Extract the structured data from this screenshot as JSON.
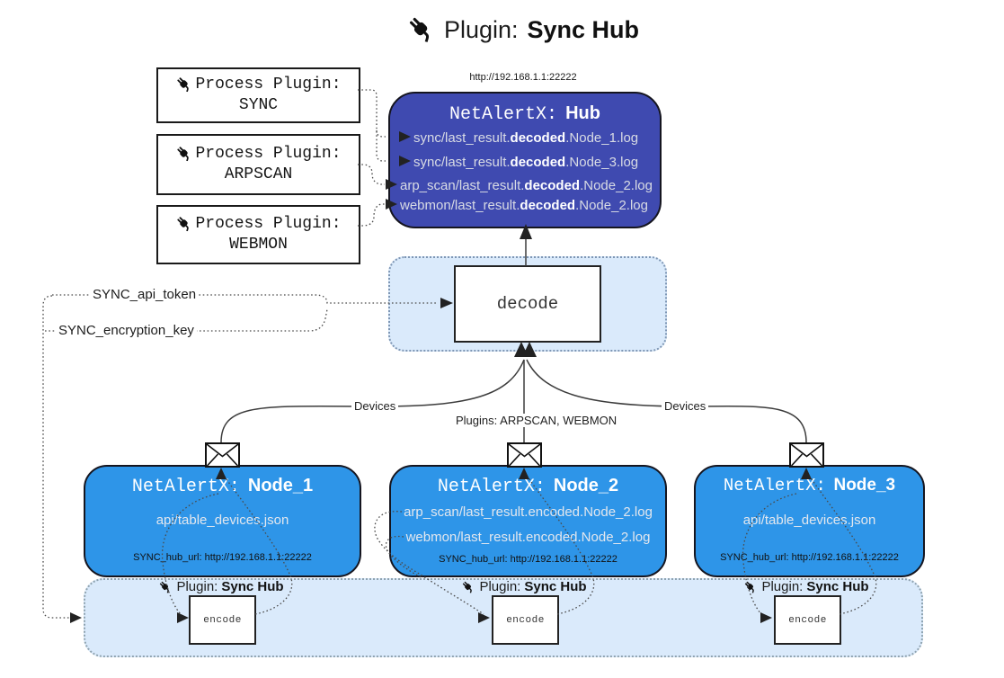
{
  "title": {
    "prefix": "Plugin:",
    "name": "Sync Hub"
  },
  "hub": {
    "url": "http://192.168.1.1:22222",
    "title_prefix": "NetAlertX:",
    "title_name": "Hub",
    "lines": [
      {
        "pre": "sync/last_result.",
        "bold": "decoded",
        "post": ".Node_1.log"
      },
      {
        "pre": "sync/last_result.",
        "bold": "decoded",
        "post": ".Node_3.log"
      },
      {
        "pre": "arp_scan/last_result.",
        "bold": "decoded",
        "post": ".Node_2.log"
      },
      {
        "pre": "webmon/last_result.",
        "bold": "decoded",
        "post": ".Node_2.log"
      }
    ]
  },
  "process_plugins": [
    {
      "label": "Process Plugin:",
      "name": "SYNC"
    },
    {
      "label": "Process Plugin:",
      "name": "ARPSCAN"
    },
    {
      "label": "Process Plugin:",
      "name": "WEBMON"
    }
  ],
  "settings": {
    "api_token": "SYNC_api_token",
    "encryption_key": "SYNC_encryption_key"
  },
  "decode_label": "decode",
  "edge_labels": {
    "devices_left": "Devices",
    "plugins": "Plugins: ARPSCAN, WEBMON",
    "devices_right": "Devices"
  },
  "nodes": [
    {
      "title_prefix": "NetAlertX:",
      "title_name": "Node_1",
      "lines": [
        "api/table_devices.json"
      ],
      "footer": "SYNC_hub_url: http://192.168.1.1:22222"
    },
    {
      "title_prefix": "NetAlertX:",
      "title_name": "Node_2",
      "lines": [
        "arp_scan/last_result.encoded.Node_2.log",
        "webmon/last_result.encoded.Node_2.log"
      ],
      "footer": "SYNC_hub_url: http://192.168.1.1:22222"
    },
    {
      "title_prefix": "NetAlertX:",
      "title_name": "Node_3",
      "lines": [
        "api/table_devices.json"
      ],
      "footer": "SYNC_hub_url: http://192.168.1.1:22222"
    }
  ],
  "encoder": {
    "label_prefix": "Plugin:",
    "label_name": "Sync Hub",
    "box_label": "encode"
  },
  "colors": {
    "hub_fill": "#3f4ab0",
    "node_fill": "#2e95e8",
    "panel_fill": "#daeafb",
    "line": "#3c3c3c"
  }
}
